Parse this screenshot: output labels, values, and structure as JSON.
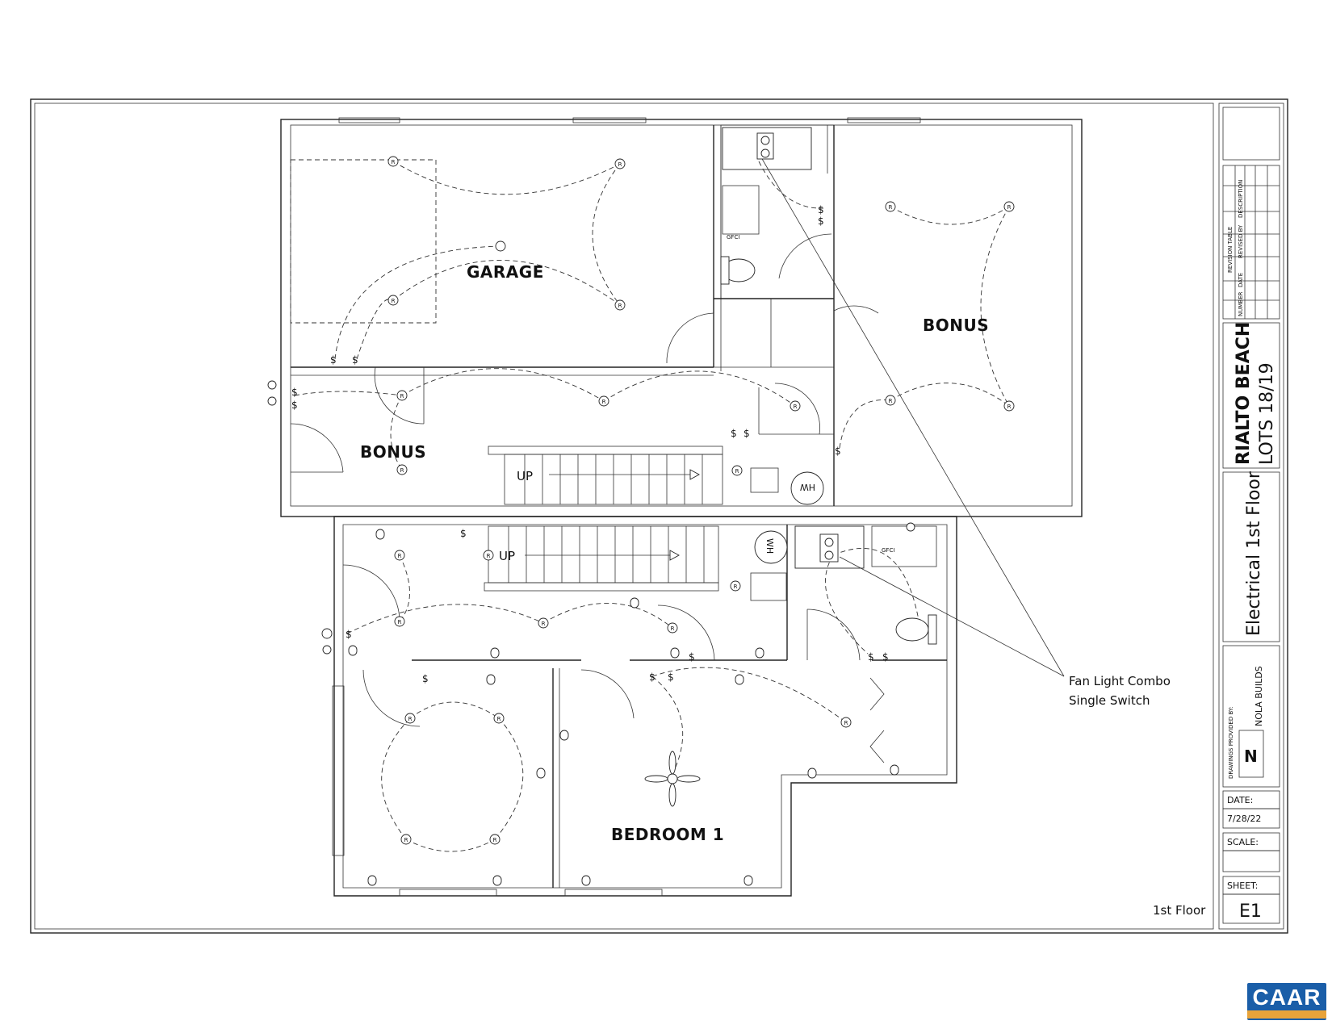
{
  "rooms": {
    "garage": "GARAGE",
    "bonus_left": "BONUS",
    "bonus_right": "BONUS",
    "bedroom": "BEDROOM 1"
  },
  "stairs": {
    "upper_up": "UP",
    "lower_up": "UP"
  },
  "appliances": {
    "water_heater_upper": "HW",
    "water_heater_lower": "WH",
    "gfci_upper": "GFCI",
    "gfci_lower": "GFCI"
  },
  "symbols": {
    "receptacle": "R",
    "switch": "$"
  },
  "callout": {
    "line1": "Fan Light Combo",
    "line2": "Single Switch"
  },
  "floor_label": "1st Floor",
  "title_block": {
    "revision_table": {
      "heading": "REVISION TABLE",
      "columns": [
        "NUMBER",
        "DATE",
        "REVISED BY",
        "DESCRIPTION"
      ]
    },
    "project_line1": "RIALTO BEACH",
    "project_line2": "LOTS 18/19",
    "sheet_title": "Electrical 1st Floor",
    "provided_by": "DRAWINGS PROVIDED BY:",
    "company": "NOLA BUILDS",
    "date_label": "DATE:",
    "date_value": "7/28/22",
    "scale_label": "SCALE:",
    "sheet_label": "SHEET:",
    "sheet_value": "E1"
  },
  "logo": {
    "text": "CAAR"
  },
  "colors": {
    "logo_blue": "#1a5ea8",
    "logo_orange": "#e8a33a",
    "ink": "#222222"
  }
}
